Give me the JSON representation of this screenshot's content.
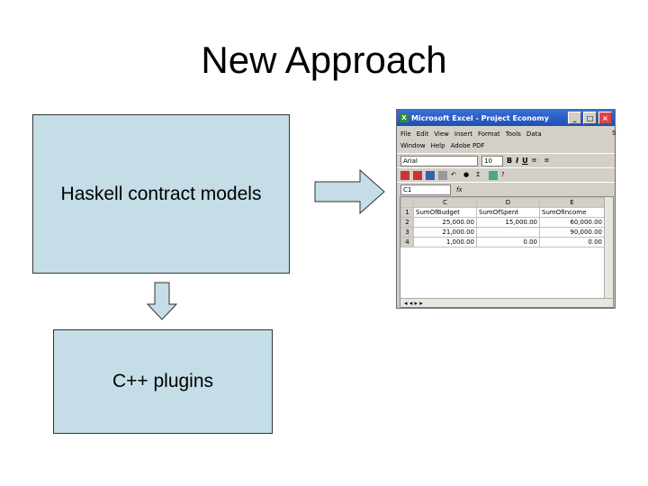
{
  "title": "New Approach",
  "boxes": {
    "haskell": "Haskell contract models",
    "cpp": "C++ plugins"
  },
  "excel": {
    "window_title": "Microsoft Excel - Project Economy",
    "menu_row1": [
      "File",
      "Edit",
      "View",
      "Insert",
      "Format",
      "Tools",
      "Data"
    ],
    "menu_row2": [
      "Window",
      "Help",
      "Adobe PDF"
    ],
    "font_name": "Arial",
    "font_size": "10",
    "bold": "B",
    "italic": "I",
    "underline": "U",
    "name_box": "C1",
    "fx": "fx",
    "columns": [
      "C",
      "D",
      "E"
    ],
    "rows": [
      {
        "num": "1",
        "c": "SumOfBudget",
        "d": "SumOfSpent",
        "e": "SumOfIncome"
      },
      {
        "num": "2",
        "c": "25,000.00",
        "d": "15,000.00",
        "e": "60,000.00"
      },
      {
        "num": "3",
        "c": "21,000.00",
        "d": "",
        "e": "90,000.00"
      },
      {
        "num": "4",
        "c": "1,000.00",
        "d": "0.00",
        "e": "0.00"
      }
    ],
    "edge_char": "S"
  },
  "colors": {
    "box_fill": "#c4dde6",
    "arrow_fill": "#c4dde6"
  }
}
